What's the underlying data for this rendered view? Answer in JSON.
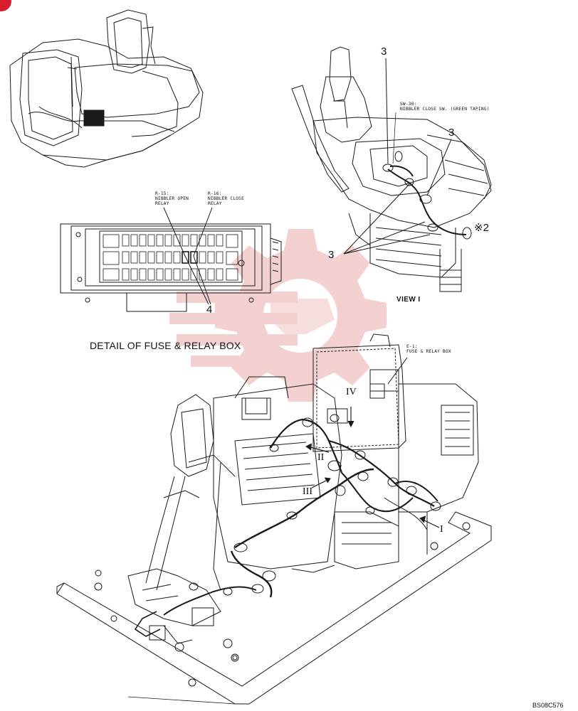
{
  "colors": {
    "corner_badge": "#d81e2c",
    "watermark": "#e8a4a4",
    "line": "#1a1a1a"
  },
  "detail_title": "DETAIL OF FUSE & RELAY BOX",
  "view_label": "VIEW I",
  "document_id": "BS08C576",
  "callouts": {
    "top_3": "3",
    "right_3": "3",
    "lower_3": "3",
    "note_2": "※2",
    "relay_4": "4"
  },
  "arrow_labels": {
    "I": "I",
    "II": "II",
    "III": "III",
    "IV": "IV"
  },
  "component_notes": {
    "sw30": "SW-30:\nNIBBLER CLOSE SW. (GREEN TAPING)",
    "r15": "R-15:\nNIBBLER OPEN\nRELAY",
    "r16": "R-16:\nNIBBLER CLOSE\nRELAY",
    "e1": "E-1:\nFUSE & RELAY BOX"
  },
  "icons": {
    "corner": "corner-badge-icon",
    "watermark": "gear-watermark-icon",
    "excavator": "excavator-thumbnail",
    "lever": "control-lever-view",
    "relay_box": "fuse-relay-box",
    "frame": "floor-frame-assembly"
  }
}
